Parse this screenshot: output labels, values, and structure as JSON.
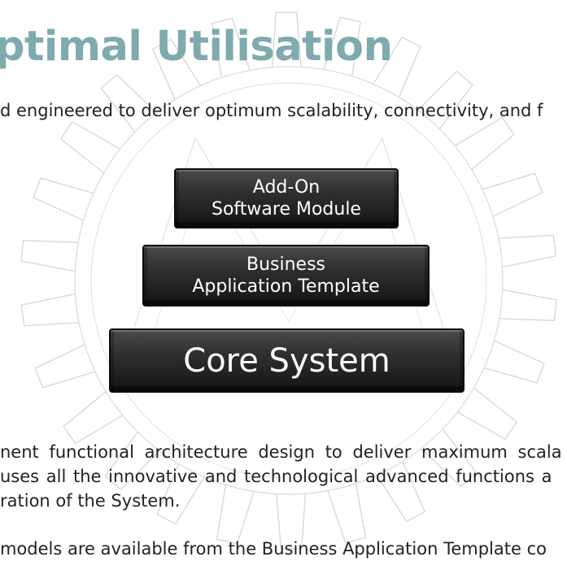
{
  "heading": {
    "title": "ptimal Utilisation"
  },
  "intro": {
    "text": "d engineered to deliver optimum scalability, connectivity, and f"
  },
  "diagram": {
    "addon_line1": "Add-On",
    "addon_line2": "Software Module",
    "business_line1": "Business",
    "business_line2": "Application Template",
    "core_label": "Core System"
  },
  "body": {
    "line1": "nent functional architecture design to deliver maximum scala",
    "line2": "uses all the innovative and technological advanced functions a",
    "line3": "ration of the System.",
    "line4": "models are available from the Business Application Template co"
  },
  "colors": {
    "title": "#7faaae",
    "text": "#222222",
    "block_dark": "#141414",
    "block_light": "#4a4a4a",
    "watermark": "#d6d6d6"
  },
  "icons": {
    "watermark": "gear-logo-watermark-icon"
  }
}
